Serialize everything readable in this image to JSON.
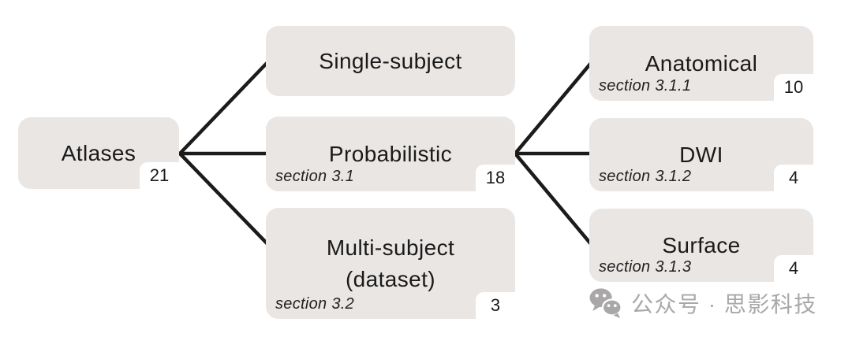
{
  "diagram": {
    "root": {
      "label": "Atlases",
      "count": "21"
    },
    "children": [
      {
        "label": "Single-subject"
      },
      {
        "label": "Probabilistic",
        "section": "section 3.1",
        "count": "18"
      },
      {
        "label": "Multi-subject\n(dataset)",
        "section": "section 3.2",
        "count": "3"
      }
    ],
    "grandchildren": [
      {
        "label": "Anatomical",
        "section": "section 3.1.1",
        "count": "10"
      },
      {
        "label": "DWI",
        "section": "section 3.1.2",
        "count": "4"
      },
      {
        "label": "Surface",
        "section": "section 3.1.3",
        "count": "4"
      }
    ]
  },
  "watermark": {
    "icon": "wechat-icon",
    "text": "公众号 · 思影科技"
  },
  "colors": {
    "box_fill": "#e9e6e4",
    "edge": "#1b1b1b",
    "text": "#1a1a1a",
    "notch_bg": "#ffffff",
    "watermark": "#a9a7a7"
  }
}
